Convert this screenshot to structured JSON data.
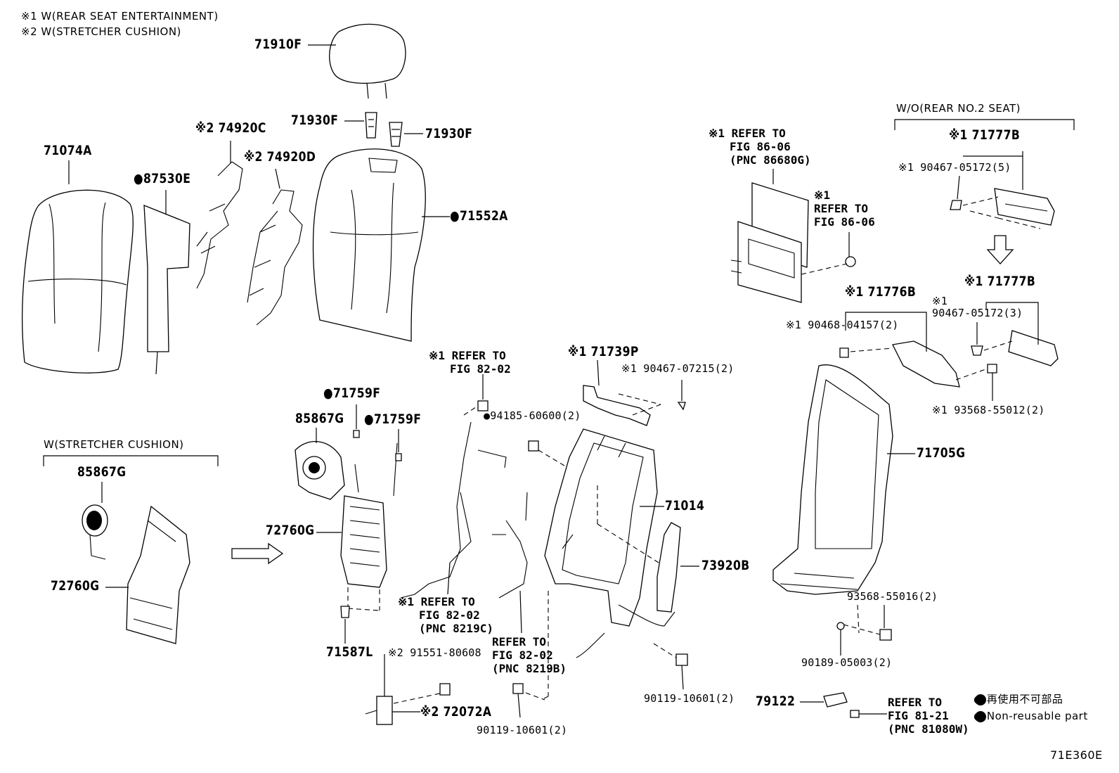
{
  "notes": {
    "n1": "※1 W(REAR SEAT ENTERTAINMENT)",
    "n2": "※2 W(STRETCHER  CUSHION)"
  },
  "group_labels": {
    "stretcher": "W(STRETCHER  CUSHION)",
    "wo_rear2": "W/O(REAR NO.2 SEAT)"
  },
  "parts": {
    "p71910F": "71910F",
    "p71930F_a": "71930F",
    "p71930F_b": "71930F",
    "p74920C": "※2 74920C",
    "p74920D": "※2 74920D",
    "p71074A": "71074A",
    "p87530E": "●87530E",
    "p71552A": "●71552A",
    "p71759F_a": "●71759F",
    "p71759F_b": "●71759F",
    "p85867G_a": "85867G",
    "p85867G_b": "85867G",
    "p72760G_a": "72760G",
    "p72760G_b": "72760G",
    "p71587L": "71587L",
    "p91551": "※2 91551-80608",
    "p72072A": "※2 72072A",
    "p90119_a": "90119-10601(2)",
    "p90119_b": "90119-10601(2)",
    "p94185": "●94185-60600(2)",
    "p71739P": "※1 71739P",
    "p90467_07215": "※1 90467-07215(2)",
    "p71014": "71014",
    "p73920B": "73920B",
    "p79122": "79122",
    "p71705G": "71705G",
    "p93568_55016": "93568-55016(2)",
    "p90189": "90189-05003(2)",
    "p71777B_a": "※1 71777B",
    "p90467_05172_5": "※1 90467-05172(5)",
    "p71777B_b": "※1 71777B",
    "p90467_05172_3_a": "※1",
    "p90467_05172_3_b": "90467-05172(3)",
    "p71776B": "※1 71776B",
    "p90468": "※1 90468-04157(2)",
    "p93568_55012": "※1 93568-55012(2)"
  },
  "refs": {
    "r1": [
      "※1 REFER TO",
      "FIG 86-06",
      "(PNC 86680G)"
    ],
    "r2": [
      "※1",
      "REFER TO",
      "FIG 86-06"
    ],
    "r3": [
      "※1 REFER TO",
      "FIG 82-02"
    ],
    "r4": [
      "※1 REFER TO",
      "FIG 82-02",
      "(PNC 8219C)"
    ],
    "r5": [
      "REFER TO",
      "FIG 82-02",
      "(PNC 8219B)"
    ],
    "r6": [
      "REFER TO",
      "FIG 81-21",
      "(PNC 81080W)"
    ]
  },
  "legend": {
    "jp": "● 再使用不可部品",
    "en": "● Non-reusable part"
  },
  "diagram_id": "71E360E"
}
